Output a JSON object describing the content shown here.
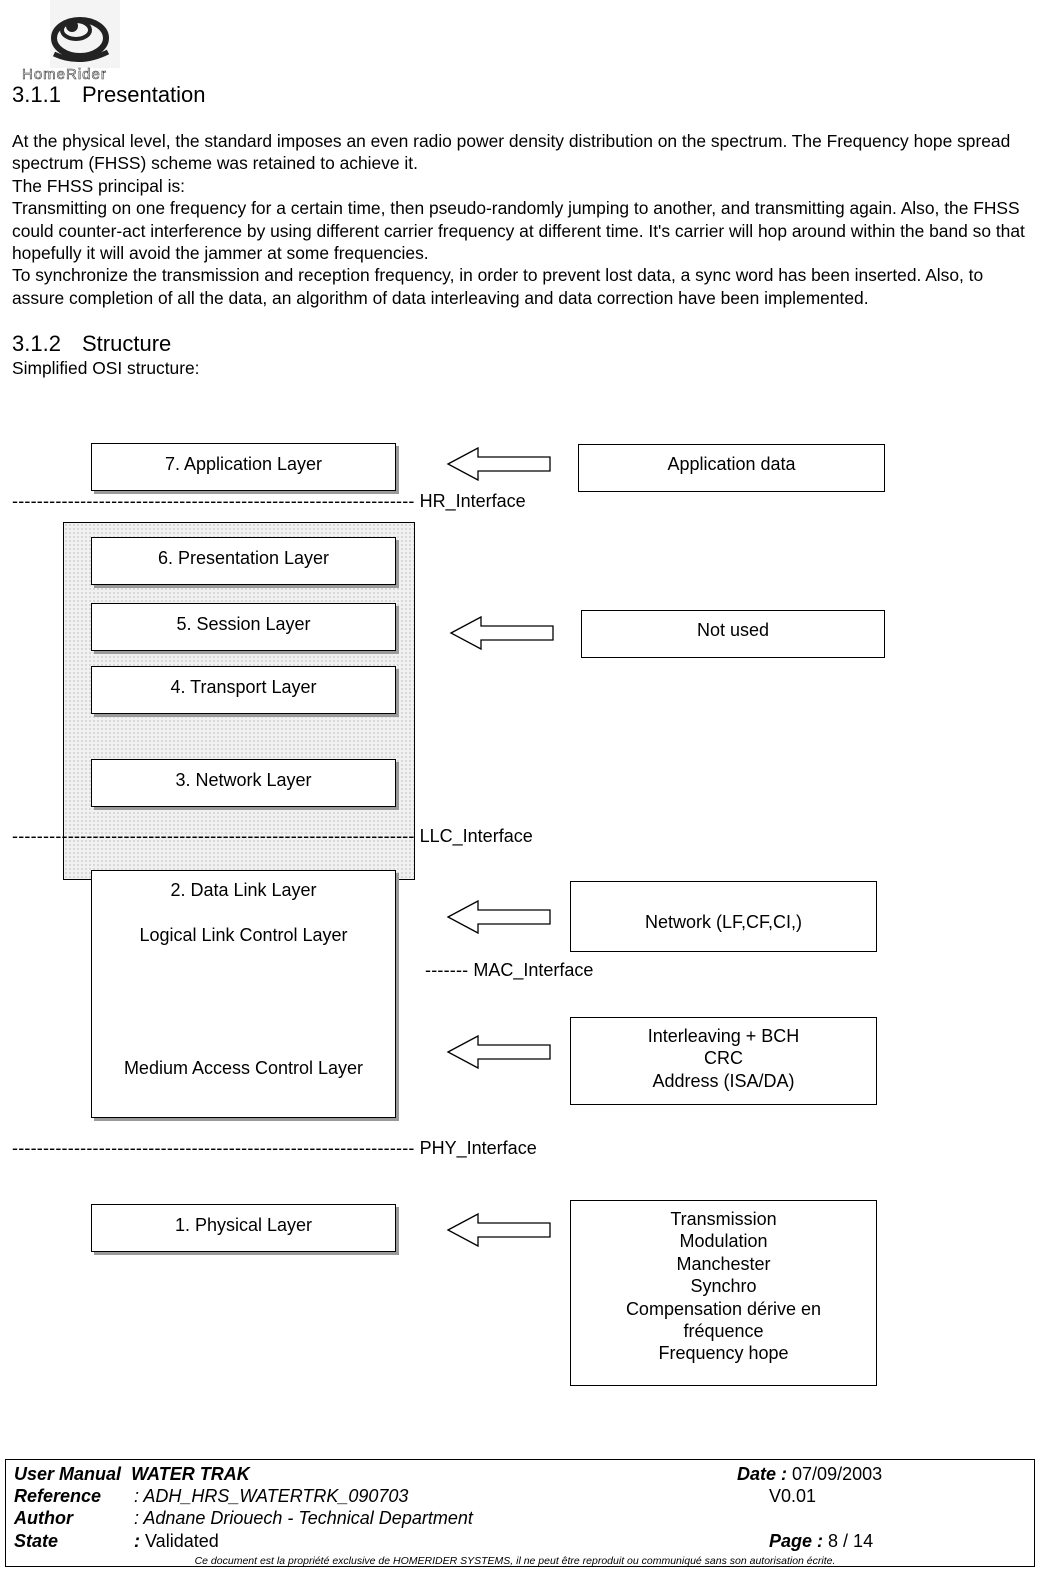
{
  "logo": {
    "text": "HomeRider"
  },
  "section1": {
    "number": "3.1.1",
    "title": "Presentation",
    "paragraphs": [
      "At the physical level, the standard imposes an even radio power density distribution on the spectrum. The Frequency hope spread spectrum (FHSS) scheme was retained to achieve it.",
      "The FHSS principal is:",
      "Transmitting on one frequency for a certain time, then pseudo-randomly jumping to another, and transmitting again. Also, the FHSS could counter-act interference by using different carrier frequency at different time. It's carrier will hop around within the band so that hopefully it will avoid the jammer at some frequencies.",
      "To synchronize the transmission and reception frequency, in order to prevent lost data, a sync word has been inserted. Also, to assure completion of all the data, an algorithm of data interleaving and data correction have been implemented."
    ]
  },
  "section2": {
    "number": "3.1.2",
    "title": "Structure",
    "intro": "Simplified OSI structure:"
  },
  "diagram": {
    "layers": {
      "application": "7. Application Layer",
      "presentation": "6. Presentation Layer",
      "session": "5. Session Layer",
      "transport": "4. Transport Layer",
      "network": "3. Network Layer",
      "datalink_title": "2. Data Link Layer",
      "llc": "Logical Link Control  Layer",
      "mac": "Medium Access Control Layer",
      "physical": "1. Physical Layer"
    },
    "interfaces": {
      "hr_dashes": "-----------------------------------------------------------------",
      "hr": "HR_Interface",
      "llc_dashes": "-----------------------------------------------------------------",
      "llc": "LLC_Interface",
      "mac_dashes": "-------",
      "mac": "MAC_Interface",
      "phy_dashes": "-----------------------------------------------------------------",
      "phy": "PHY_Interface"
    },
    "descriptions": {
      "application": "Application data",
      "not_used": "Not used",
      "network": "Network (LF,CF,CI,)",
      "mac_lines": [
        "Interleaving + BCH",
        "CRC",
        "Address (ISA/DA)"
      ],
      "phy_lines": [
        "Transmission",
        "Modulation",
        "Manchester",
        "Synchro",
        "Compensation dérive en",
        "fréquence",
        "Frequency hope"
      ]
    }
  },
  "footer": {
    "doc_label": "User Manual",
    "doc_name": "WATER TRAK",
    "date_label": "Date :",
    "date": "07/09/2003",
    "ref_label": "Reference",
    "ref": ": ADH_HRS_WATERTRK_090703",
    "version": "V0.01",
    "author_label": "Author",
    "author": ": Adnane Driouech - Technical Department",
    "state_label": "State",
    "state_colon": ":",
    "state": "Validated",
    "page_label": "Page :",
    "page": "8 / 14",
    "disclaimer": "Ce document est la propriété exclusive  de HOMERIDER SYSTEMS, il ne peut être reproduit ou communiqué sans son autorisation écrite."
  }
}
